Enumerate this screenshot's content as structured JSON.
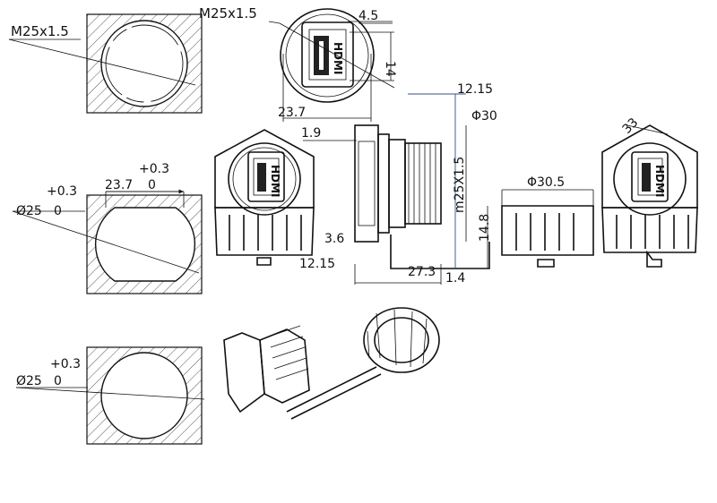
{
  "labels": {
    "m25_left": "M25x1.5",
    "m25_top": "M25x1.5",
    "d45": "4.5",
    "d14": "14",
    "d12_15_top": "12.15",
    "d23_7_a": "23.7",
    "phi30": "Φ30",
    "d1_9": "1.9",
    "m25_vert": "m25X1.5",
    "d33": "33",
    "plus03_a": "+0.3",
    "d23_7_b": "23.7",
    "zero_a": "0",
    "plus03_b": "+0.3",
    "phi25_a": "Ø25",
    "zero_b": "0",
    "phi30_5": "Φ30.5",
    "d14_8": "14.8",
    "d3_6": "3.6",
    "d12_15_bottom": "12.15",
    "d27_3": "27.3",
    "d1_4": "1.4",
    "plus03_c": "+0.3",
    "phi25_b": "Ø25",
    "zero_c": "0",
    "hdmi_text": "HDMI"
  }
}
